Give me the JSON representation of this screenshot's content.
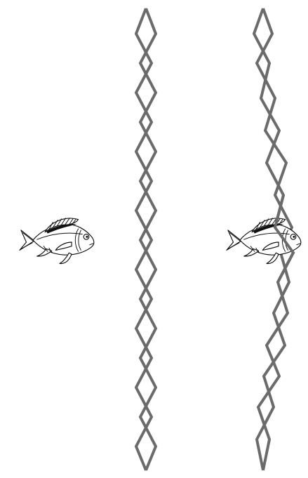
{
  "colors": {
    "net": "#6b6b6b",
    "fish_stroke": "#111111",
    "background": "#ffffff"
  },
  "panels": [
    {
      "name": "fish-before-net",
      "net": "intact",
      "fish": "in-front-of-net"
    },
    {
      "name": "fish-through-net",
      "net": "stretched-by-fish",
      "fish": "passing-through-net"
    }
  ]
}
